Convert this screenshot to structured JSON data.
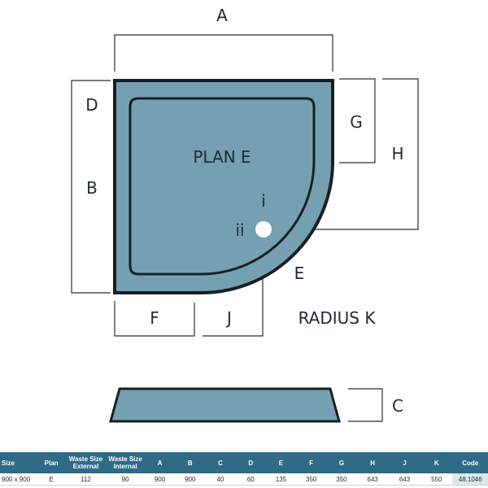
{
  "diagram": {
    "labels": {
      "a": "A",
      "b": "B",
      "c": "C",
      "d": "D",
      "e": "E",
      "f": "F",
      "g": "G",
      "h": "H",
      "j": "J",
      "i": "i",
      "ii": "ii",
      "plan": "PLAN E",
      "radius": "RADIUS K"
    },
    "colors": {
      "tray_fill": "#74a0b2",
      "tray_outline": "#1a1f24",
      "waste": "#ffffff"
    }
  },
  "table": {
    "headers": [
      "Size",
      "Plan",
      "Waste Size External",
      "Waste Size Internal",
      "A",
      "B",
      "C",
      "D",
      "E",
      "F",
      "G",
      "H",
      "J",
      "K",
      "Code"
    ],
    "rows": [
      [
        "900 x 900",
        "E",
        "112",
        "90",
        "900",
        "900",
        "40",
        "60",
        "135",
        "350",
        "350",
        "643",
        "643",
        "550",
        "48.1046"
      ]
    ]
  }
}
